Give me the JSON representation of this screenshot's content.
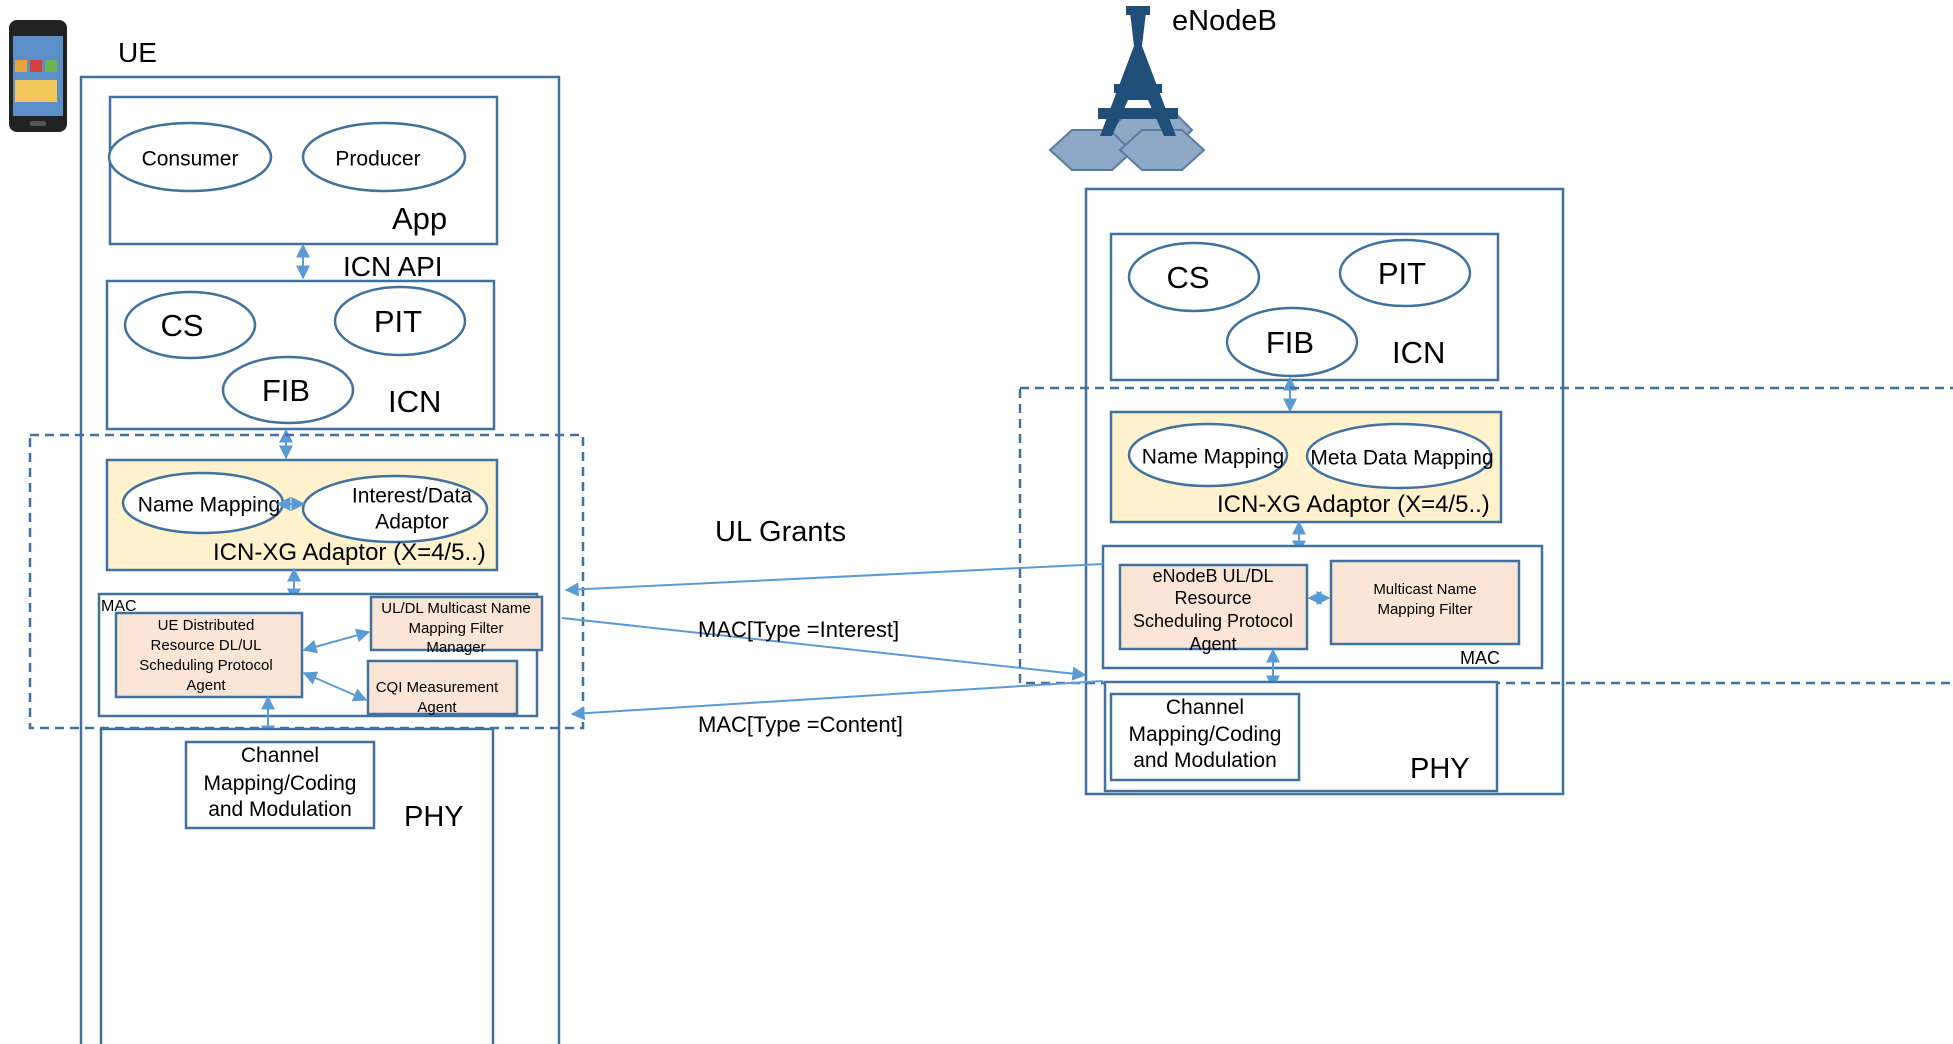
{
  "ue": {
    "label": "UE",
    "app": {
      "consumer": "Consumer",
      "producer": "Producer",
      "label": "App"
    },
    "icn_api": "ICN API",
    "icn": {
      "cs": "CS",
      "pit": "PIT",
      "fib": "FIB",
      "label": "ICN"
    },
    "adaptor": {
      "name_mapping": "Name Mapping",
      "interest_data_1": "Interest/Data",
      "interest_data_2": "Adaptor",
      "label": "ICN-XG Adaptor (X=4/5..)"
    },
    "mac": {
      "label": "MAC",
      "sched_1": "UE Distributed",
      "sched_2": "Resource DL/UL",
      "sched_3": "Scheduling Protocol",
      "sched_4": "Agent",
      "mfm_1": "UL/DL Multicast Name",
      "mfm_2": "Mapping Filter",
      "mfm_3": "Manager",
      "cqi_1": "CQI Measurement",
      "cqi_2": "Agent"
    },
    "phy": {
      "ch_1": "Channel",
      "ch_2": "Mapping/Coding",
      "ch_3": "and Modulation",
      "label": "PHY"
    }
  },
  "enb": {
    "label": "eNodeB",
    "icn": {
      "cs": "CS",
      "pit": "PIT",
      "fib": "FIB",
      "label": "ICN"
    },
    "adaptor": {
      "name_mapping": "Name Mapping",
      "meta_mapping": "Meta Data Mapping",
      "label": "ICN-XG Adaptor (X=4/5..)"
    },
    "mac": {
      "label": "MAC",
      "sched_1": "eNodeB UL/DL",
      "sched_2": "Resource",
      "sched_3": "Scheduling Protocol",
      "sched_4": "Agent",
      "mnf_1": "Multicast Name",
      "mnf_2": "Mapping Filter"
    },
    "phy": {
      "ch_1": "Channel",
      "ch_2": "Mapping/Coding",
      "ch_3": "and Modulation",
      "label": "PHY"
    }
  },
  "links": {
    "ul_grants": "UL Grants",
    "mac_interest": "MAC[Type =Interest]",
    "mac_content": "MAC[Type =Content]"
  },
  "colors": {
    "outline": "#41719c",
    "arrow": "#5b9bd5",
    "adaptor_fill": "#fff2cc",
    "agent_fill": "#fbe5d6"
  }
}
